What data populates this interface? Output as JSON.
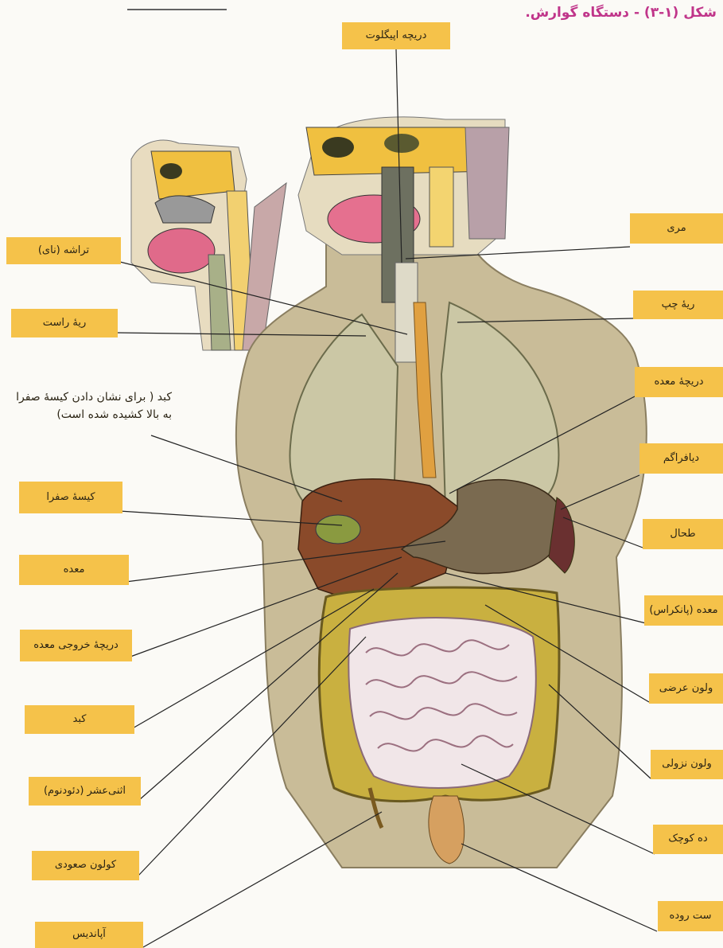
{
  "figure_title": "شکل (۱-۳) - دستگاه گوارش.",
  "labels": {
    "epiglottis": "دریچه اپیگلوت",
    "esophagus": "مری",
    "trachea": "تراشه (نای)",
    "left_lung": "ریهٔ چپ",
    "right_lung": "ریهٔ راست",
    "cardiac_valve": "دریچهٔ معده",
    "liver_note": "کبد ( برای نشان دادن کیسهٔ صفرا به بالا کشیده شده است)",
    "diaphragm": "دیافراگم",
    "gallbladder": "کیسهٔ صفرا",
    "spleen": "طحال",
    "stomach": "معده",
    "pancreas": "معده (پانکراس)",
    "pylorus": "دریچهٔ خروجی معده",
    "transverse_colon": "ولون عرضی",
    "liver": "کبد",
    "descending_colon": "ولون نزولی",
    "duodenum": "اثنی‌عشر (دئودنوم)",
    "small_intestine": "ده کوچک",
    "ascending_colon": "کولون صعودی",
    "rectum": "ست روده",
    "appendix": "آپاندیس"
  }
}
